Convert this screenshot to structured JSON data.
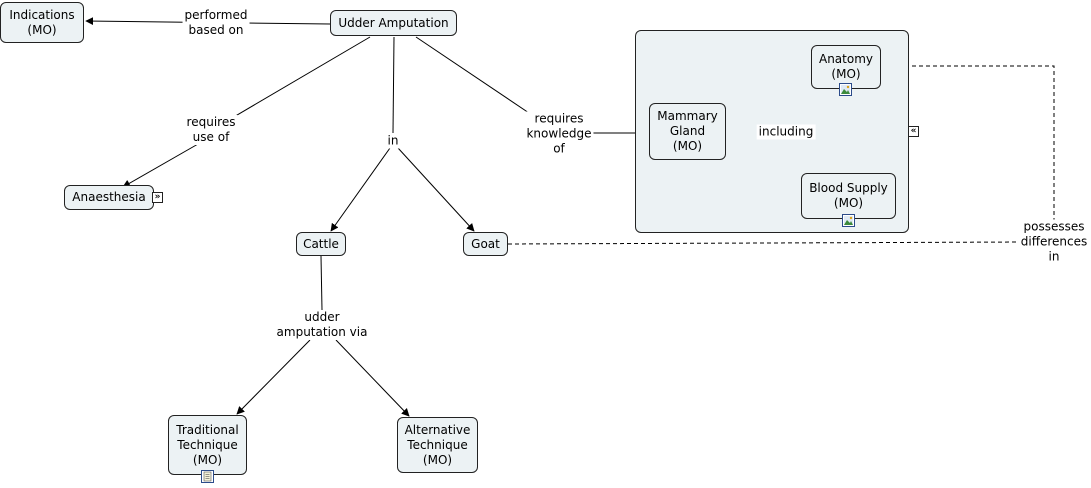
{
  "nodes": {
    "indications": "Indications\n(MO)",
    "udder_amputation": "Udder Amputation",
    "anaesthesia": "Anaesthesia",
    "cattle": "Cattle",
    "goat": "Goat",
    "mammary_gland": "Mammary\nGland\n(MO)",
    "anatomy": "Anatomy\n(MO)",
    "blood_supply": "Blood Supply\n(MO)",
    "traditional_technique": "Traditional\nTechnique\n(MO)",
    "alternative_technique": "Alternative\nTechnique\n(MO)"
  },
  "links": {
    "performed_based_on": "performed\nbased on",
    "requires_use_of": "requires\nuse of",
    "in": "in",
    "requires_knowledge_of": "requires\nknowledge\nof",
    "including": "including",
    "udder_amputation_via": "udder\namputation via",
    "possesses_differences_in": "possesses\ndifferences\nin"
  },
  "icons": {
    "image_attachment": "image-icon",
    "document_attachment": "document-icon",
    "expand": "expand-icon",
    "collapse": "collapse-icon"
  },
  "colors": {
    "node_fill": "#ecf2f4",
    "node_border": "#222222",
    "line": "#000000",
    "badge_border": "#2b4b8a"
  }
}
